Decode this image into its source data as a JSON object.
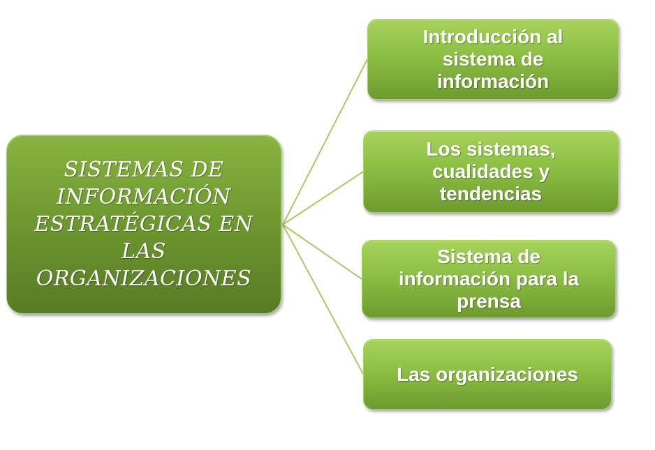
{
  "diagram": {
    "center": {
      "lines": [
        "SISTEMAS DE",
        "INFORMACIÓN",
        "ESTRATÉGICAS EN",
        "LAS",
        "ORGANIZACIONES"
      ]
    },
    "branches": [
      {
        "lines": [
          "Introducción al",
          "sistema de",
          "información"
        ]
      },
      {
        "lines": [
          "Los sistemas,",
          "cualidades y",
          "tendencias"
        ]
      },
      {
        "lines": [
          "Sistema de",
          "información para la",
          "prensa"
        ]
      },
      {
        "lines": [
          "Las organizaciones"
        ]
      }
    ],
    "colors": {
      "node_fill": "#8cbf43",
      "center_fill": "#6f9a31",
      "connector": "#a5cc62",
      "text": "#ffffff"
    }
  }
}
